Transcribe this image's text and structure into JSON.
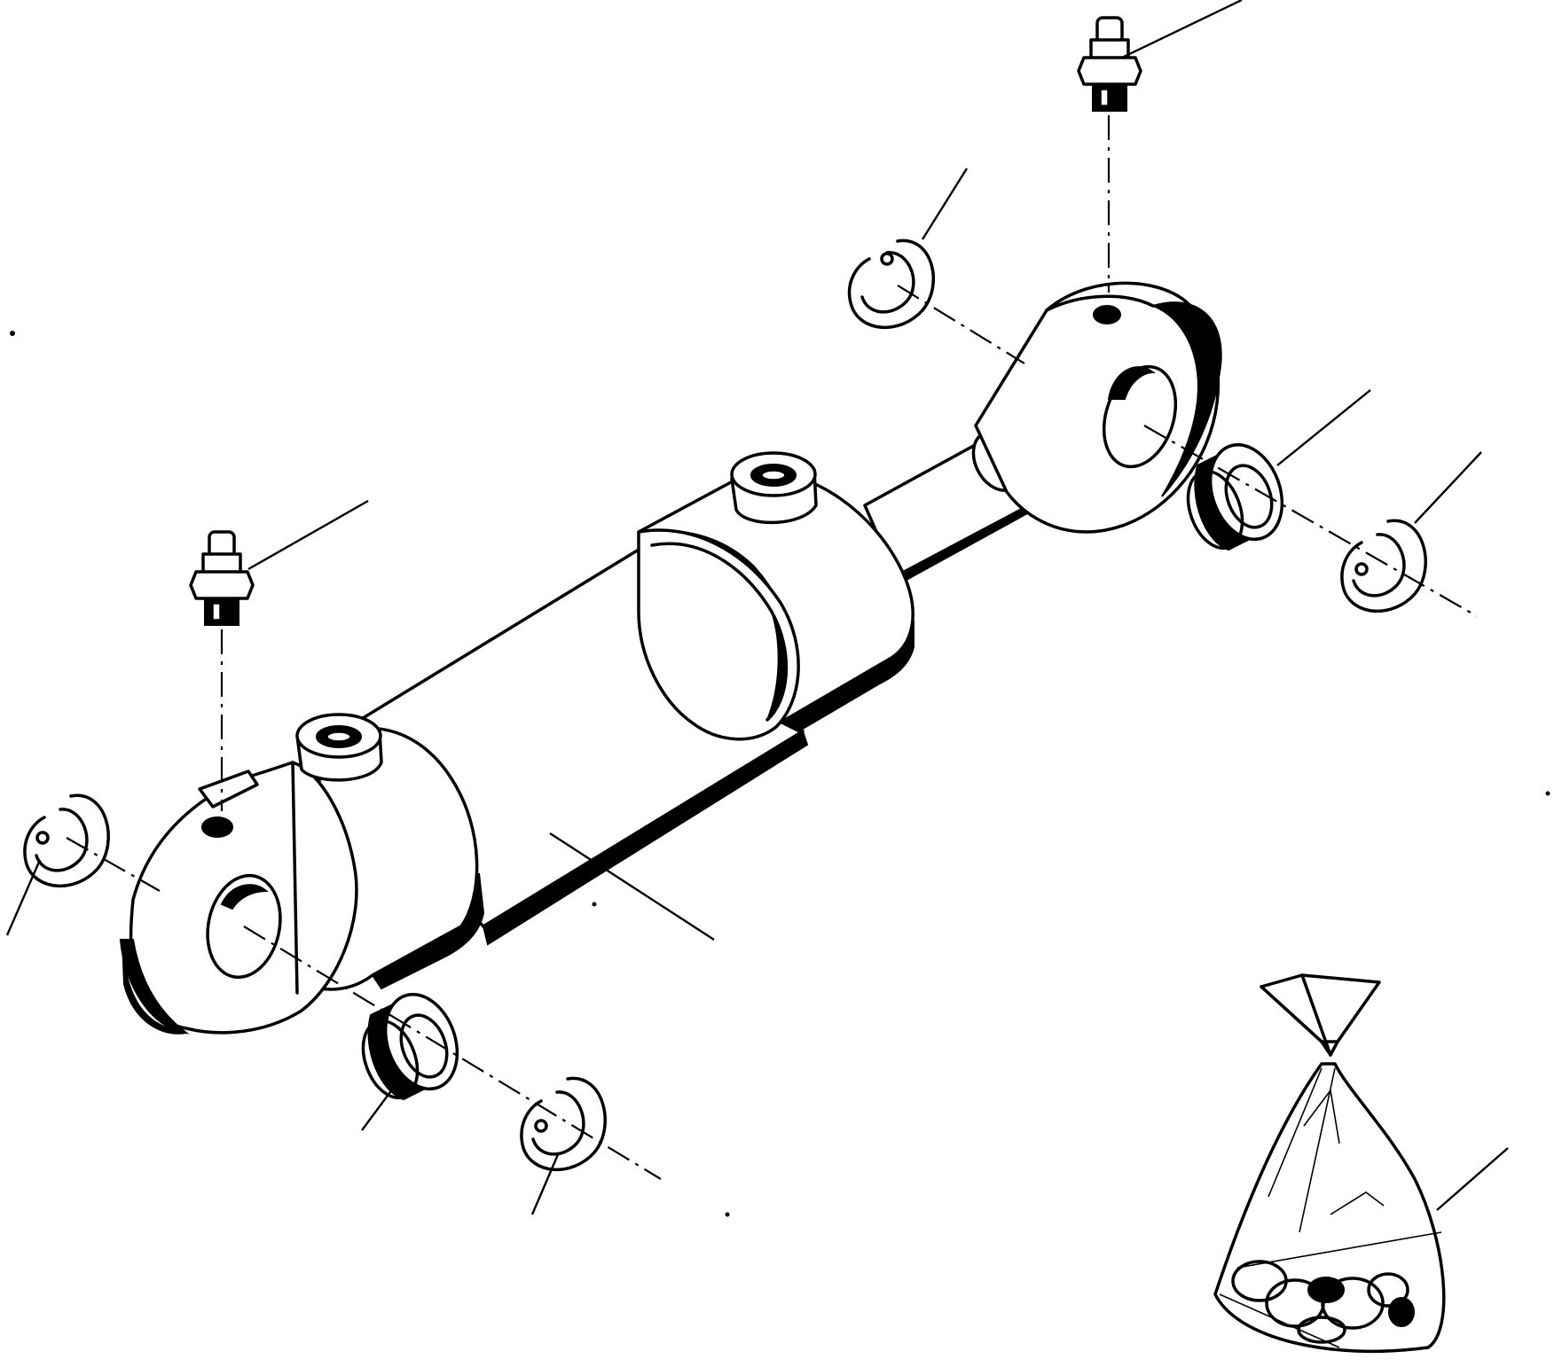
{
  "figure": {
    "type": "exploded-parts-view",
    "parts": [
      {
        "id": "hydraulic-cylinder"
      },
      {
        "id": "piston-rod"
      },
      {
        "id": "grease-fitting-rod-end"
      },
      {
        "id": "grease-fitting-base-end"
      },
      {
        "id": "snap-ring-rod-end-front"
      },
      {
        "id": "snap-ring-rod-end-rear"
      },
      {
        "id": "bushing-rod-end"
      },
      {
        "id": "snap-ring-base-end-front"
      },
      {
        "id": "snap-ring-base-end-rear"
      },
      {
        "id": "bushing-base-end"
      },
      {
        "id": "seal-kit-bag"
      }
    ],
    "colors": {
      "ink": "#000000",
      "paper": "#ffffff"
    }
  }
}
